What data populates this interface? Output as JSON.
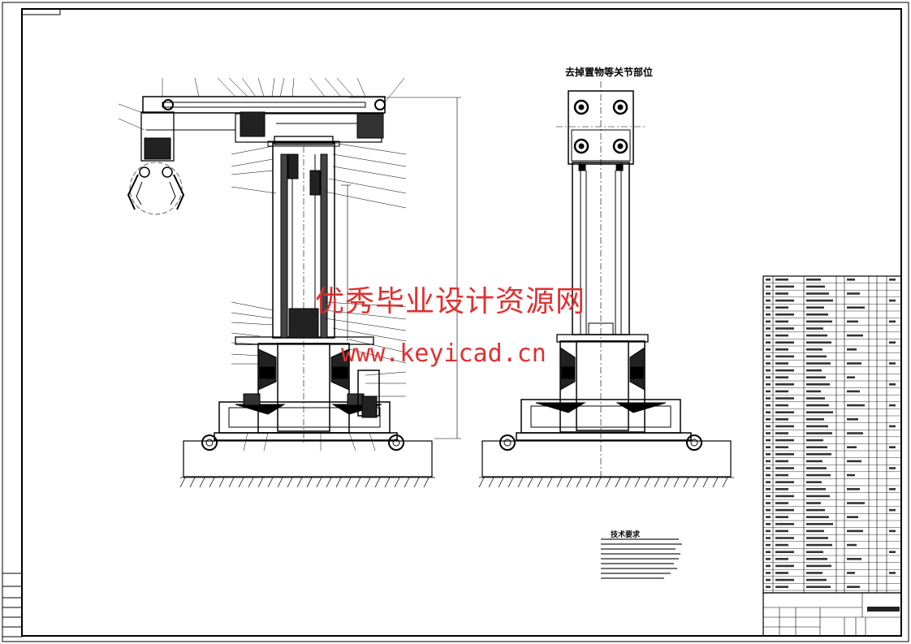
{
  "drawing": {
    "view2_title": "去掉置物等关节部位",
    "tech_requirements_title": "技术要求",
    "watermark_name": "优秀毕业设计资源网",
    "watermark_url": "www.keyicad.cn"
  },
  "colors": {
    "line": "#000000",
    "watermark": "#e03030",
    "paper": "#ffffff"
  }
}
